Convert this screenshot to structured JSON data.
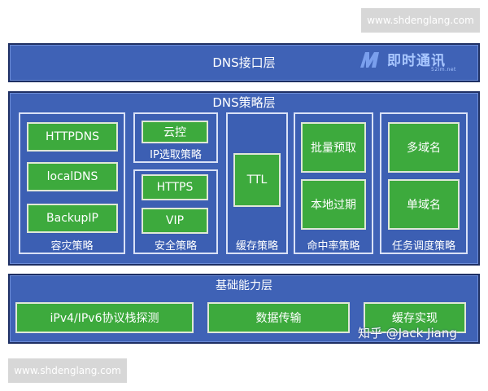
{
  "watermarks": {
    "top": "www.shdenglang.com",
    "bottom": "www.shdenglang.com"
  },
  "logo": {
    "icon": "m-logo-icon",
    "text": "即时通讯",
    "sub": "52im.net"
  },
  "credit": "知乎 @Jack Jiang",
  "layers": {
    "interface": {
      "title": "DNS接口层"
    },
    "strategy": {
      "title": "DNS策略层",
      "groups": {
        "disaster": {
          "label": "容灾策略",
          "items": [
            "HTTPDNS",
            "localDNS",
            "BackupIP"
          ]
        },
        "ip_select": {
          "label": "IP选取策略",
          "items": [
            "云控"
          ]
        },
        "security": {
          "label": "安全策略",
          "items": [
            "HTTPS",
            "VIP"
          ]
        },
        "cache": {
          "label": "缓存策略",
          "items": [
            "TTL"
          ]
        },
        "hit_rate": {
          "label": "命中率策略",
          "items": [
            "批量预取",
            "本地过期"
          ]
        },
        "scheduling": {
          "label": "任务调度策略",
          "items": [
            "多域名",
            "单域名"
          ]
        }
      }
    },
    "base": {
      "title": "基础能力层",
      "items": [
        "iPv4/IPv6协议栈探测",
        "数据传输",
        "缓存实现"
      ]
    }
  },
  "colors": {
    "layer_fill": "#3f62b6",
    "box_fill": "#3daa3d",
    "group_border": "#d9e1f6",
    "stamp_fill": "#d7d7d7"
  }
}
